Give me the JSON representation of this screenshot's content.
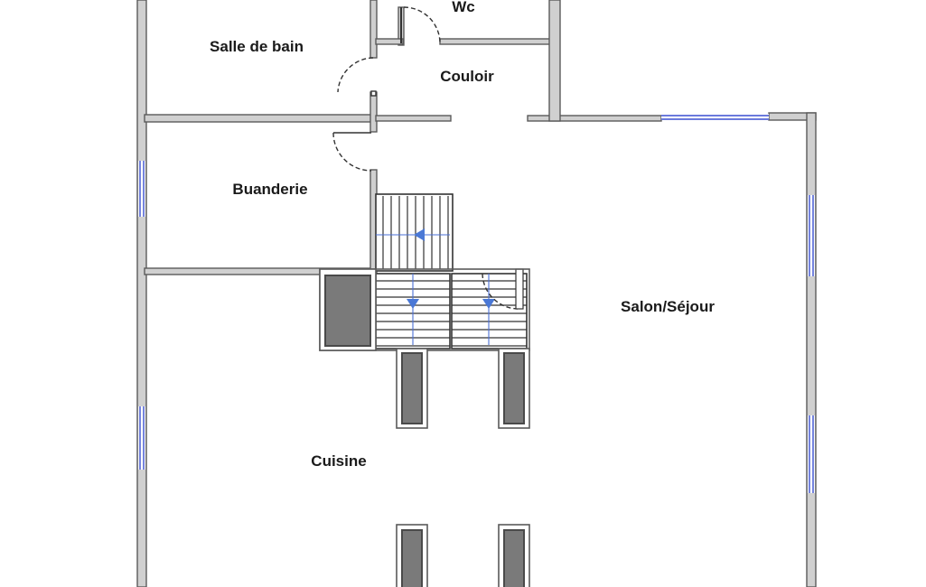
{
  "rooms": {
    "salle_de_bain": "Salle de bain",
    "wc": "Wc",
    "couloir": "Couloir",
    "buanderie": "Buanderie",
    "salon_sejour": "Salon/Séjour",
    "cuisine": "Cuisine"
  },
  "colors": {
    "wall_fill": "#d0d0d0",
    "wall_stroke": "#5a5a5a",
    "pillar_fill": "#7a7a7a",
    "window": "#3a4fd0",
    "stair_arrow": "#4a78d6"
  }
}
